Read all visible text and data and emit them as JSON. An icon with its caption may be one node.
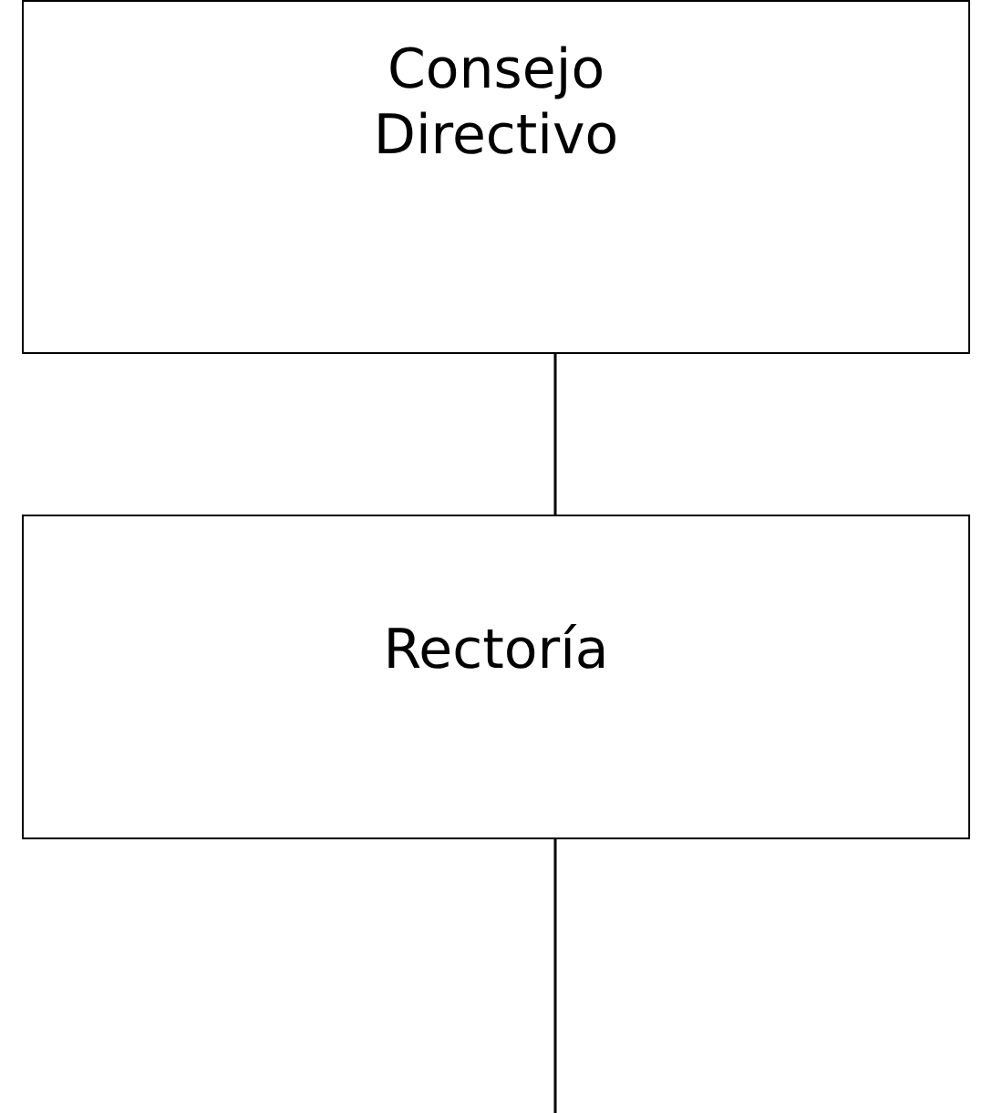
{
  "diagram": {
    "nodes": [
      {
        "text": [
          "Consejo Directivo"
        ]
      },
      {
        "text": [
          "Rectoría"
        ]
      }
    ],
    "edges": [
      {
        "from": 0,
        "to": 1,
        "arrow": "none"
      },
      {
        "from": 1,
        "to": null,
        "arrow": "none"
      }
    ]
  }
}
